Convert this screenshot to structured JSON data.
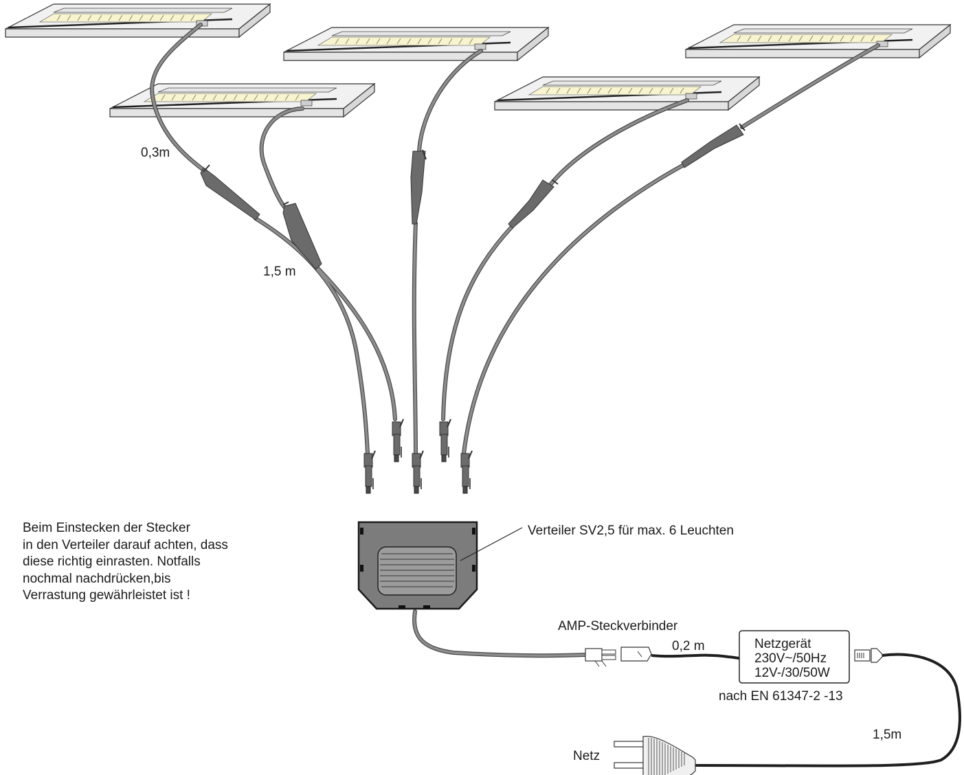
{
  "labels": {
    "cable_03": "0,3m",
    "cable_15": "1,5 m",
    "distributor": "Verteiler SV2,5  für max. 6 Leuchten",
    "amp": "AMP-Steckverbinder",
    "cable_02": "0,2 m",
    "psu_title": "Netzgerät",
    "psu_input": "230V~/50Hz",
    "psu_output": "12V-/30/50W",
    "psu_standard": "nach EN 61347-2 -13",
    "mains_cable": "1,5m",
    "mains": "Netz"
  },
  "note": [
    "Beim Einstecken der Stecker",
    "in den Verteiler darauf achten, dass",
    "diese richtig einrasten. Notfalls",
    "nochmal nachdrücken,bis",
    "Verrastung gewährleistet ist !"
  ],
  "colors": {
    "cable": "#8e8e8e",
    "cable_edge": "#4a4a4a",
    "connector": "#6b6b6b",
    "panel_fill": "#f1f1f1",
    "led": "#f2efc2",
    "distributor": "#7c7c7c",
    "mains_cable": "#1f1f1f"
  }
}
